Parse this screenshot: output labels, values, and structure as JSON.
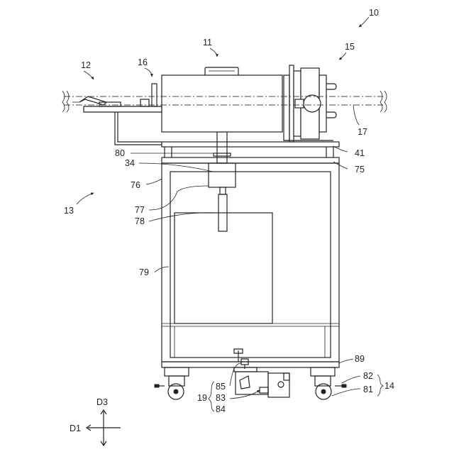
{
  "labels": {
    "l10": "10",
    "l11": "11",
    "l12": "12",
    "l13": "13",
    "l14": "14",
    "l15": "15",
    "l16": "16",
    "l17": "17",
    "l19": "19",
    "l34": "34",
    "l41": "41",
    "l75": "75",
    "l76": "76",
    "l77": "77",
    "l78": "78",
    "l79": "79",
    "l80": "80",
    "l81": "81",
    "l82": "82",
    "l83": "83",
    "l84": "84",
    "l85": "85",
    "l89": "89"
  },
  "axes": {
    "vertical": "D3",
    "horizontal": "D1"
  }
}
